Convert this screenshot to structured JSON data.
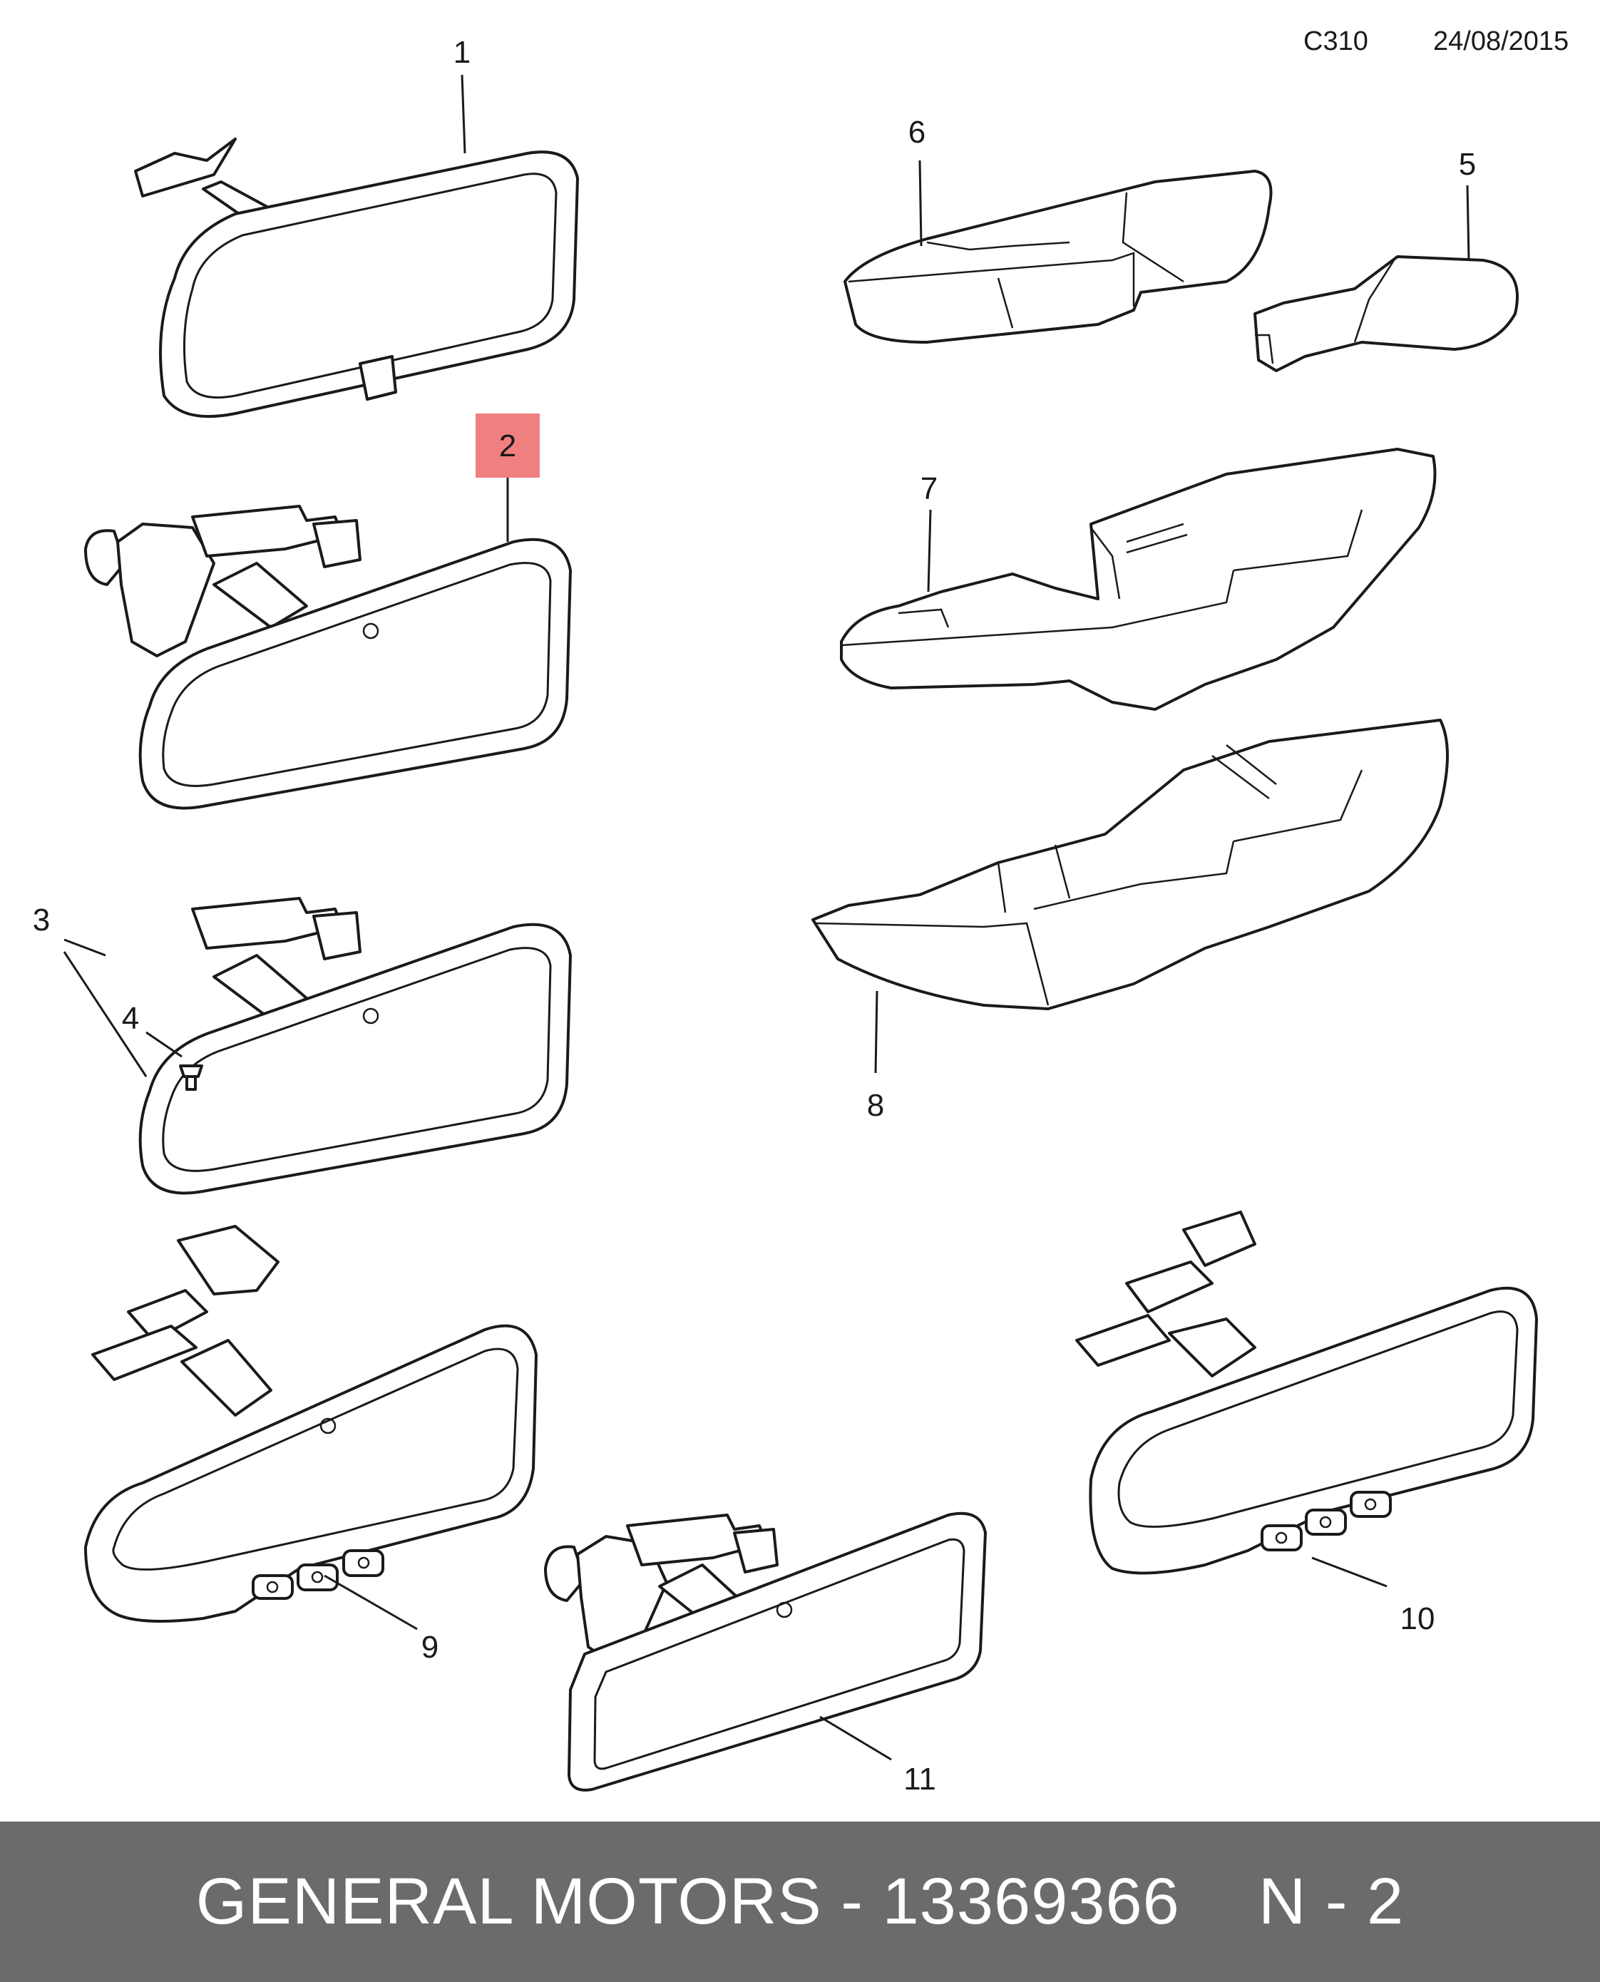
{
  "header": {
    "code": "C310",
    "date": "24/08/2015"
  },
  "callouts": [
    "1",
    "2",
    "3",
    "4",
    "5",
    "6",
    "7",
    "8",
    "9",
    "10",
    "11"
  ],
  "highlight": {
    "label": "2",
    "color": "#f08080"
  },
  "footer": {
    "part": "GENERAL MOTORS - 13369366",
    "page": "N - 2"
  },
  "colors": {
    "footer_bg": "#6b6b6b",
    "line": "#1a1a1a"
  }
}
